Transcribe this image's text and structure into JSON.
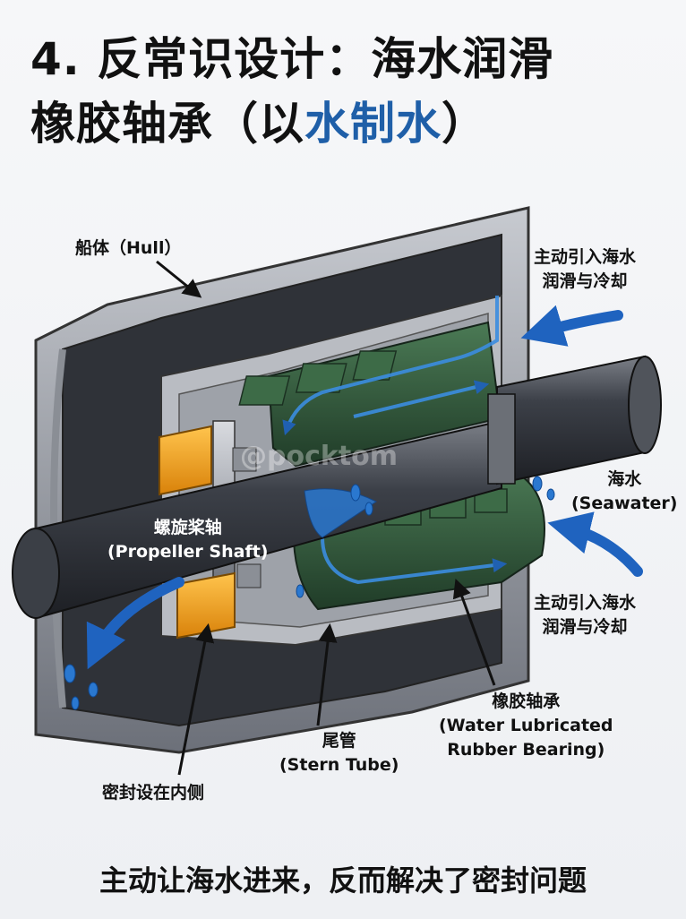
{
  "title": {
    "line1": "4. 反常识设计：海水润滑",
    "line2_prefix": "橡胶轴承（以",
    "line2_accent": "水制水",
    "line2_suffix": "）"
  },
  "labels": {
    "hull_cn": "船体（Hull）",
    "inlet_top_line1": "主动引入海水",
    "inlet_top_line2": "润滑与冷却",
    "seawater_cn": "海水",
    "seawater_en": "(Seawater)",
    "inlet_bottom_line1": "主动引入海水",
    "inlet_bottom_line2": "润滑与冷却",
    "shaft_cn": "螺旋桨轴",
    "shaft_en": "(Propeller Shaft)",
    "bearing_cn": "橡胶轴承",
    "bearing_en_line1": "(Water Lubricated",
    "bearing_en_line2": "Rubber Bearing)",
    "stern_cn": "尾管",
    "stern_en": "(Stern Tube)",
    "seal_cn": "密封设在内侧"
  },
  "watermark": "@pocktom",
  "caption": "主动让海水进来，反而解决了密封问题",
  "colors": {
    "accent": "#1f5fa8",
    "water": "#2a78d0",
    "rubber": "#2f5a3a",
    "seal": "#f2a019",
    "steel": "#5a5e66"
  }
}
